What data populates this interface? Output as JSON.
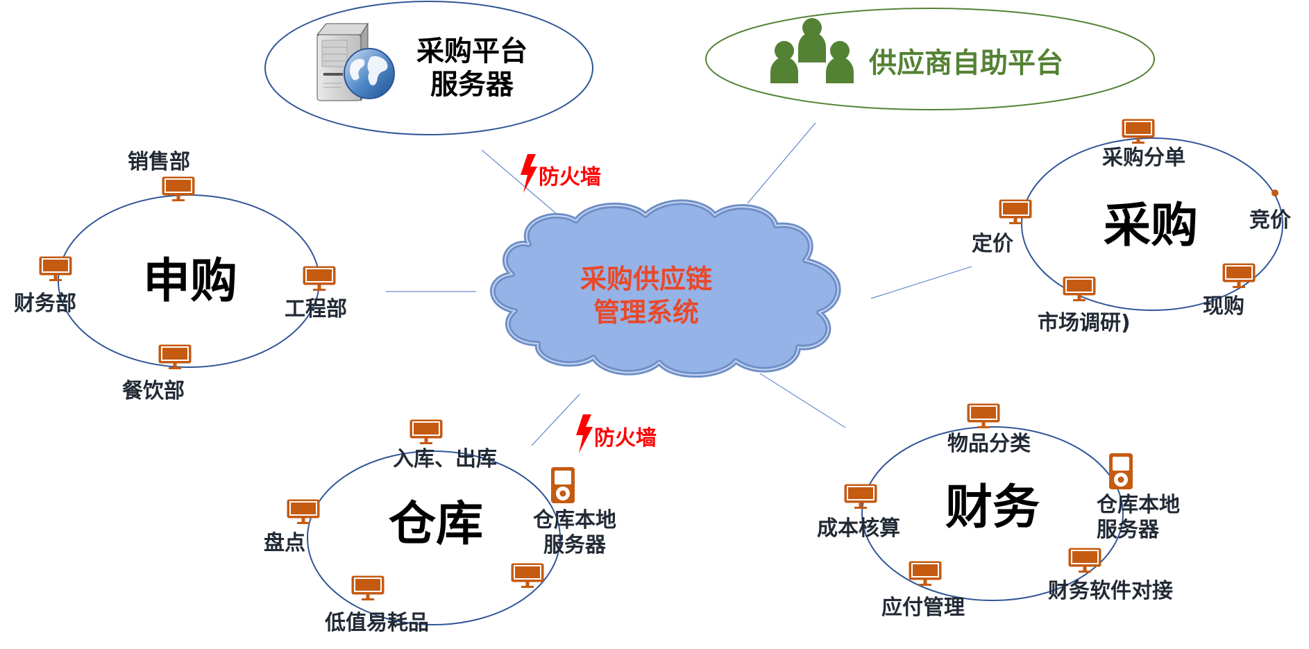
{
  "colors": {
    "ring_stroke": "#2f5597",
    "connector": "#4472c4",
    "supplier_green": "#548235",
    "device_orange": "#c55a11",
    "cloud_fill": "#95b3e7",
    "cloud_title": "#e8492a",
    "firewall_red": "#ff0000",
    "label_text": "#222a35"
  },
  "center": {
    "title_line1": "采购供应链",
    "title_line2": "管理系统",
    "icon": "cloud-shape"
  },
  "platform_server": {
    "title_line1": "采购平台",
    "title_line2": "服务器",
    "icon": "web-server-globe-icon"
  },
  "supplier_platform": {
    "title": "供应商自助平台",
    "icon": "people-group-icon"
  },
  "firewalls": [
    {
      "label": "防火墙",
      "icon": "lightning-bolt-icon",
      "between": "采购平台服务器 ↔ 采购供应链管理系统"
    },
    {
      "label": "防火墙",
      "icon": "lightning-bolt-icon",
      "between": "采购供应链管理系统 ↔ 仓库"
    }
  ],
  "groups": {
    "requisition": {
      "title": "申购",
      "nodes": [
        {
          "label": "销售部",
          "icon": "monitor-icon"
        },
        {
          "label": "财务部",
          "icon": "monitor-icon"
        },
        {
          "label": "工程部",
          "icon": "monitor-icon"
        },
        {
          "label": "餐饮部",
          "icon": "monitor-icon"
        }
      ]
    },
    "purchasing": {
      "title": "采购",
      "nodes": [
        {
          "label": "采购分单",
          "icon": "monitor-icon"
        },
        {
          "label": "定价",
          "icon": "monitor-icon"
        },
        {
          "label": "竞价",
          "icon": "dot-marker"
        },
        {
          "label": "市场调研)",
          "icon": "monitor-icon"
        },
        {
          "label": "现购",
          "icon": "monitor-icon"
        }
      ]
    },
    "warehouse": {
      "title": "仓库",
      "nodes": [
        {
          "label": "入库、出库",
          "icon": "monitor-icon"
        },
        {
          "label": "盘点",
          "icon": "monitor-icon"
        },
        {
          "label": "仓库本地服务器",
          "line1": "仓库本地",
          "line2": "服务器",
          "icon": "ipod-device-icon"
        },
        {
          "label": "低值易耗品",
          "icon": "monitor-icon"
        },
        {
          "label": "",
          "icon": "monitor-icon"
        }
      ]
    },
    "finance": {
      "title": "财务",
      "nodes": [
        {
          "label": "物品分类",
          "icon": "monitor-icon"
        },
        {
          "label": "成本核算",
          "icon": "monitor-icon"
        },
        {
          "label": "仓库本地服务器",
          "line1": "仓库本地",
          "line2": "服务器",
          "icon": "ipod-device-icon"
        },
        {
          "label": "应付管理",
          "icon": "monitor-icon"
        },
        {
          "label": "财务软件对接",
          "icon": "monitor-icon"
        }
      ]
    }
  }
}
